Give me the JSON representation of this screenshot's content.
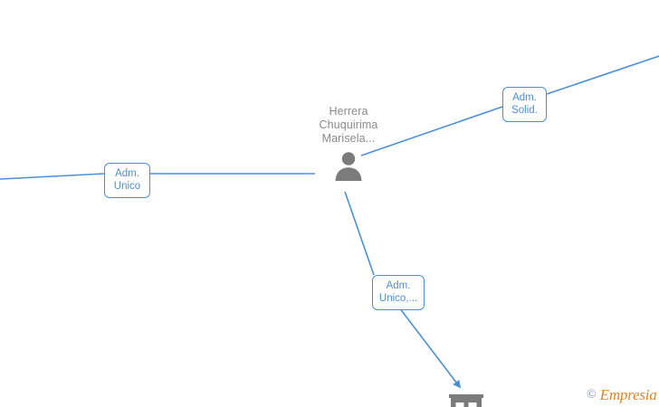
{
  "graph": {
    "background_color": "#ffffff",
    "edge_color": "#4a90d9",
    "node_icon_color": "#7b7b7b",
    "label_text_color": "#8a8a8a",
    "box_text_color": "#4a90d9",
    "person": {
      "name": "Herrera\nChuquirima\nMarisela...",
      "icon": "person-icon"
    },
    "company": {
      "icon": "building-icon"
    },
    "relations": [
      {
        "label": "Adm.\nUnico"
      },
      {
        "label": "Adm.\nSolid."
      },
      {
        "label": "Adm.\nUnico,..."
      }
    ]
  },
  "watermark": {
    "copyright": "©",
    "brand": "Empresia",
    "brand_color": "#e8821e"
  }
}
